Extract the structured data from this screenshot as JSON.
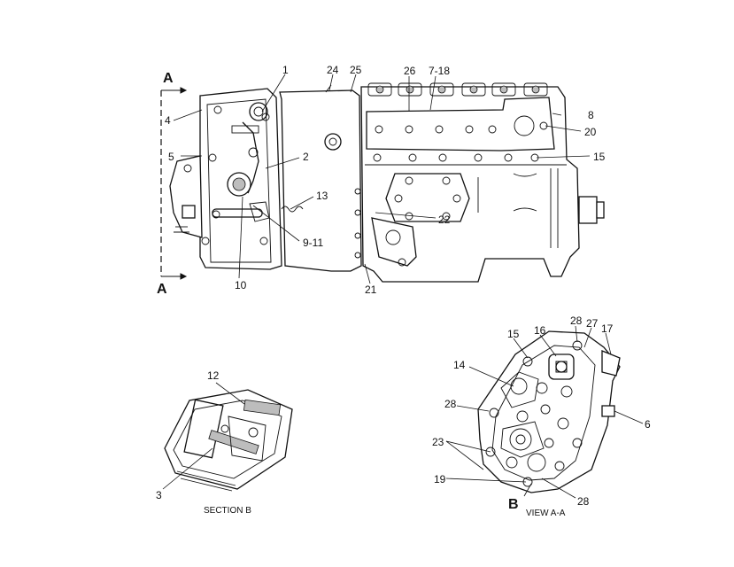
{
  "main_view": {
    "section_letters": [
      "A",
      "A"
    ],
    "callouts": [
      "1",
      "24",
      "25",
      "26",
      "7-18",
      "4",
      "8",
      "20",
      "5",
      "2",
      "15",
      "13",
      "22",
      "9-11",
      "10",
      "21"
    ]
  },
  "section_b": {
    "caption": "SECTION B",
    "callouts": [
      "12",
      "3"
    ]
  },
  "view_aa": {
    "caption": "VIEW A-A",
    "section_letter": "B",
    "callouts": [
      "28",
      "27",
      "15",
      "16",
      "17",
      "14",
      "28",
      "6",
      "23",
      "19",
      "28"
    ]
  }
}
